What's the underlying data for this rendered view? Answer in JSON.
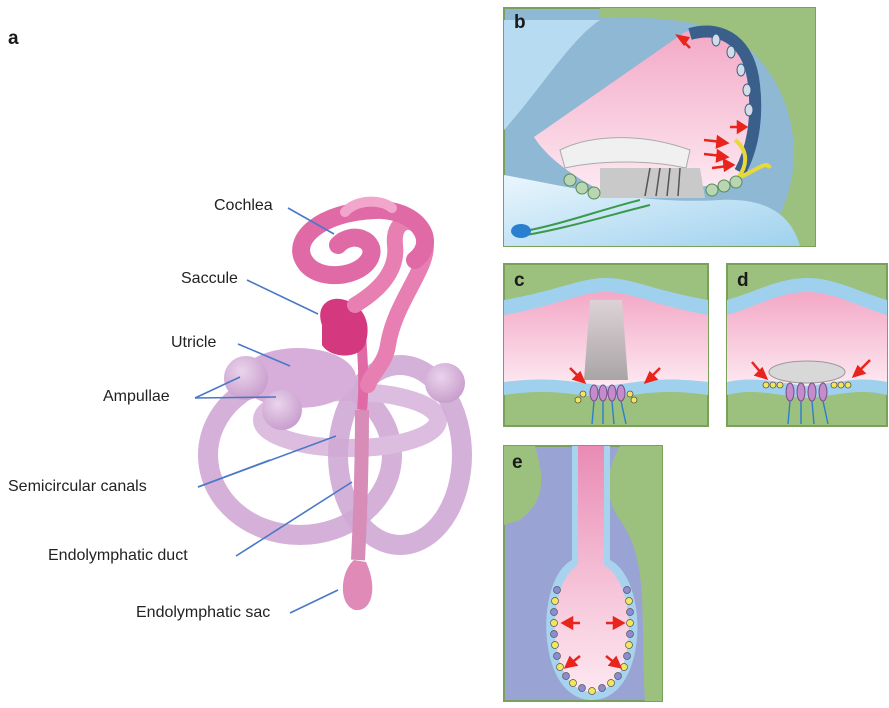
{
  "figure": {
    "panels": {
      "a": "a",
      "b": "b",
      "c": "c",
      "d": "d",
      "e": "e"
    },
    "labels": {
      "cochlea": "Cochlea",
      "saccule": "Saccule",
      "utricle": "Utricle",
      "ampullae": "Ampullae",
      "semicircular_canals": "Semicircular canals",
      "endolymphatic_duct": "Endolymphatic duct",
      "endolymphatic_sac": "Endolymphatic sac"
    }
  }
}
